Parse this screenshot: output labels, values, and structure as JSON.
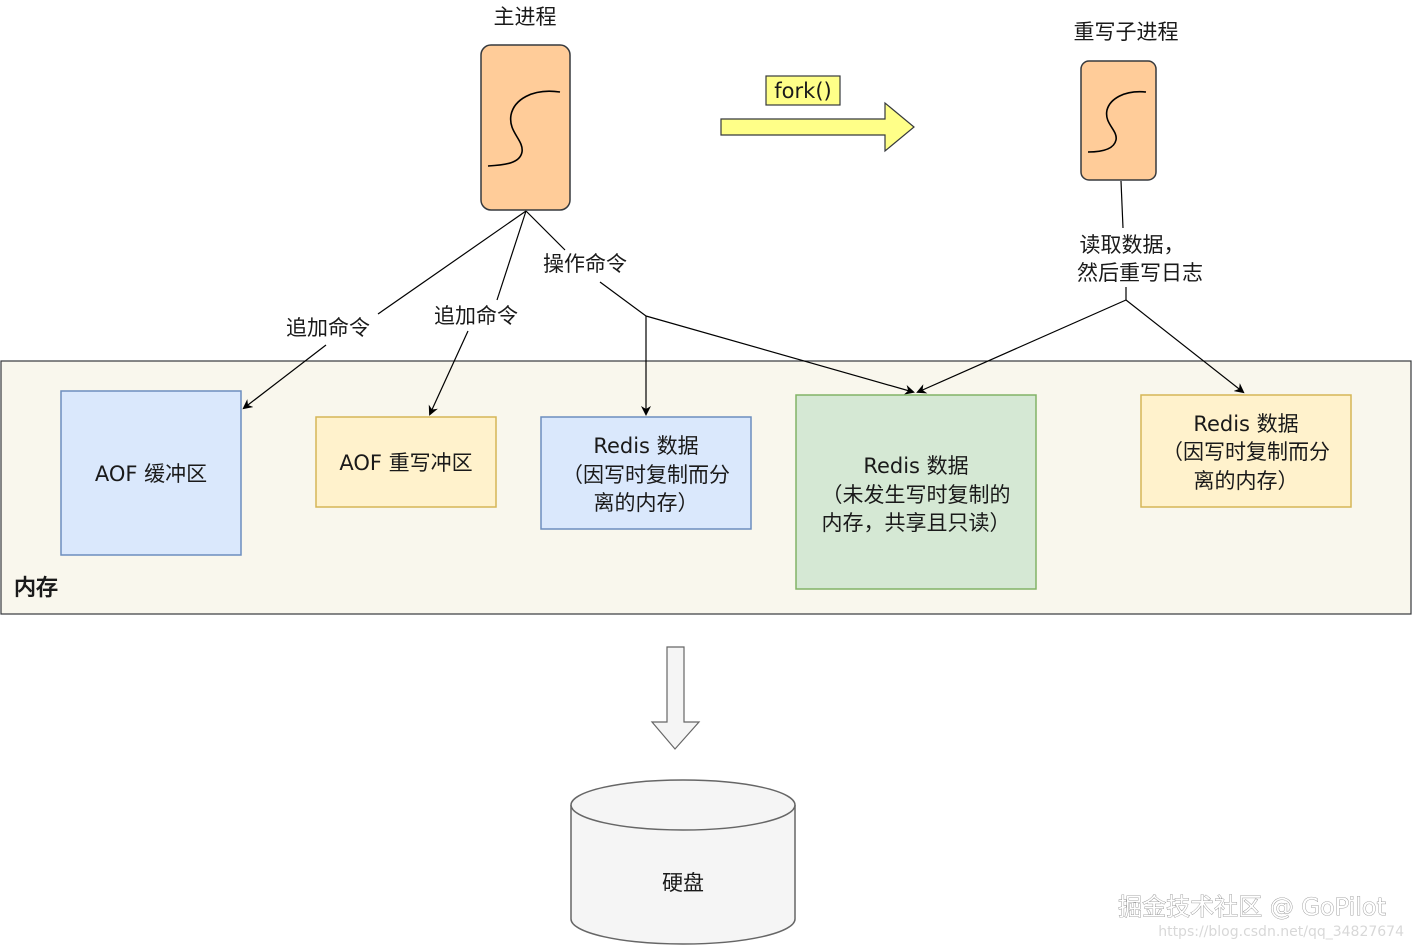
{
  "main_process": {
    "title": "主进程"
  },
  "rewrite_process": {
    "title": "重写子进程"
  },
  "fork": {
    "label": "fork()"
  },
  "edges": {
    "append_cmd_1": "追加命令",
    "append_cmd_2": "追加命令",
    "operate_cmd": "操作命令",
    "read_data_line1": "读取数据，",
    "read_data_line2": "然后重写日志"
  },
  "memory": {
    "label": "内存",
    "boxes": {
      "aof_buffer": "AOF 缓冲区",
      "aof_rewrite_buffer": "AOF 重写冲区",
      "redis_data_left": [
        "Redis 数据",
        "（因写时复制而分",
        "离的内存）"
      ],
      "redis_data_shared": [
        "Redis 数据",
        "（未发生写时复制的",
        "内存，共享且只读）"
      ],
      "redis_data_right": [
        "Redis 数据",
        "（因写时复制而分",
        "离的内存）"
      ]
    }
  },
  "disk": {
    "label": "硬盘"
  },
  "watermark": {
    "text": "掘金技术社区 @ GoPilot",
    "url": "https://blog.csdn.net/qq_34827674"
  },
  "colors": {
    "process_fill": "#ffcc99",
    "memory_fill": "#f9f7ed",
    "blue_fill": "#dae8fc",
    "blue_stroke": "#6c8ebf",
    "yellow_fill": "#fff2cc",
    "yellow_stroke": "#d6b656",
    "green_fill": "#d5e8d4",
    "green_stroke": "#82b366",
    "fork_fill": "#ffff88",
    "disk_fill": "#f5f5f5"
  }
}
